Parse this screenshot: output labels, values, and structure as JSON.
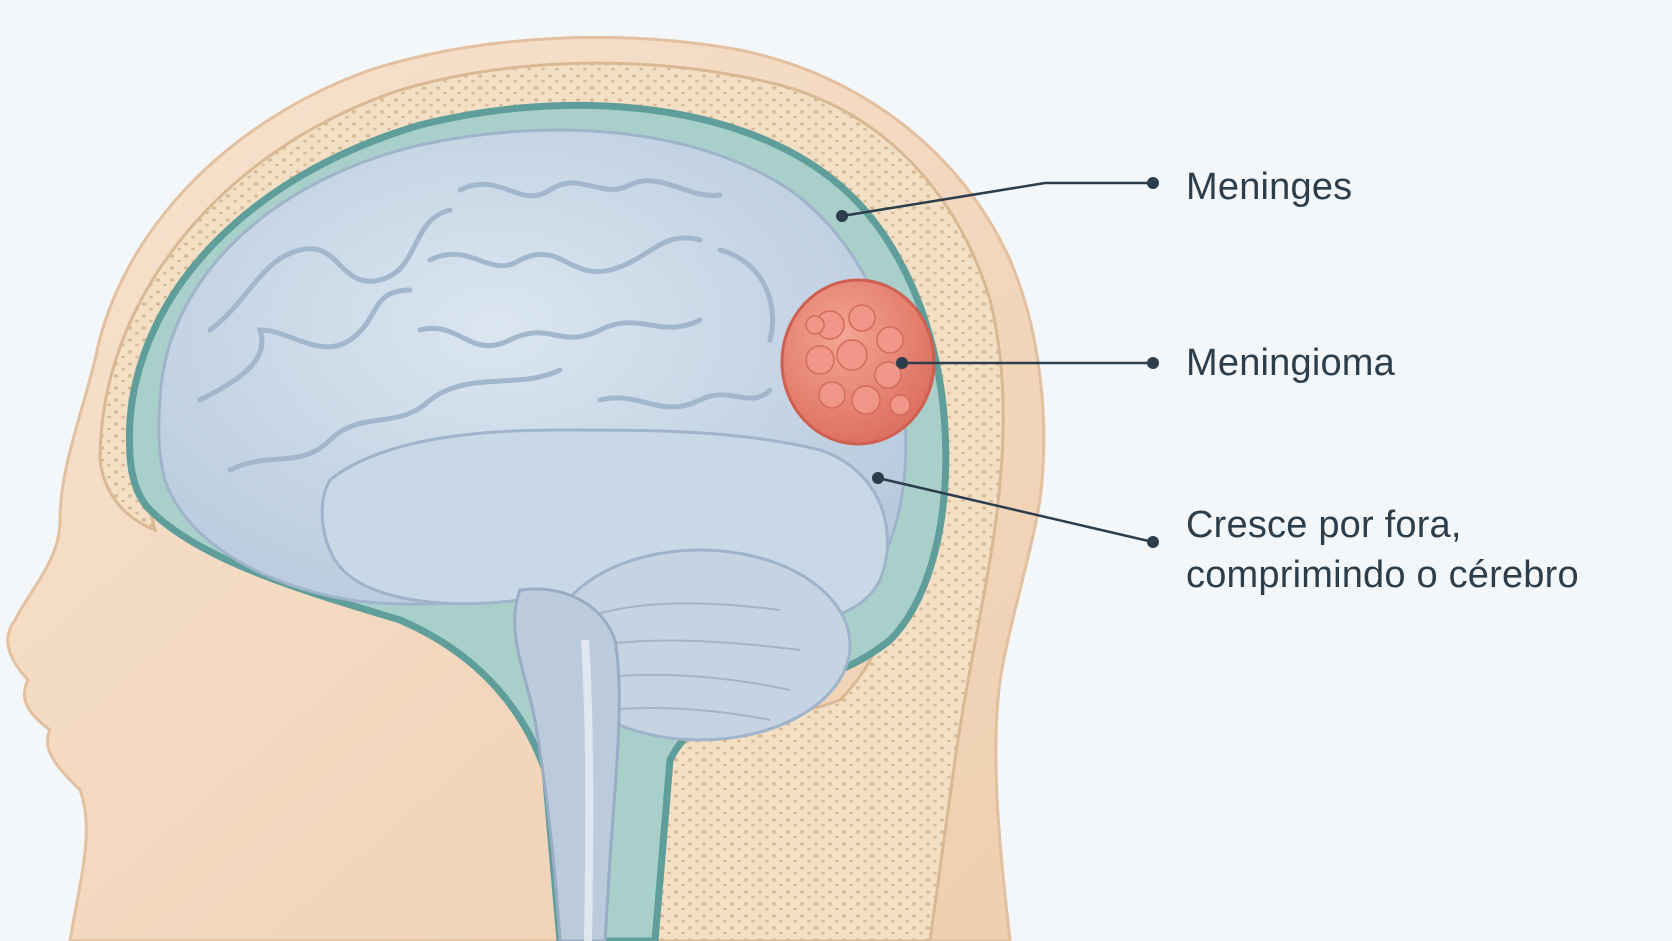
{
  "labels": {
    "meninges": "Meninges",
    "meningioma": "Meningioma",
    "grows_line1": "Cresce por fora,",
    "grows_line2": "comprimindo o cérebro"
  },
  "colors": {
    "background": "#f3f7fa",
    "skin": "#f4d9bf",
    "skull": "#f1dfc6",
    "meninges": "#5f9e9a",
    "csf": "#a9cfca",
    "brain": "#c8d7e6",
    "tumor": "#e8806f",
    "leader_line": "#2c3d4b"
  }
}
